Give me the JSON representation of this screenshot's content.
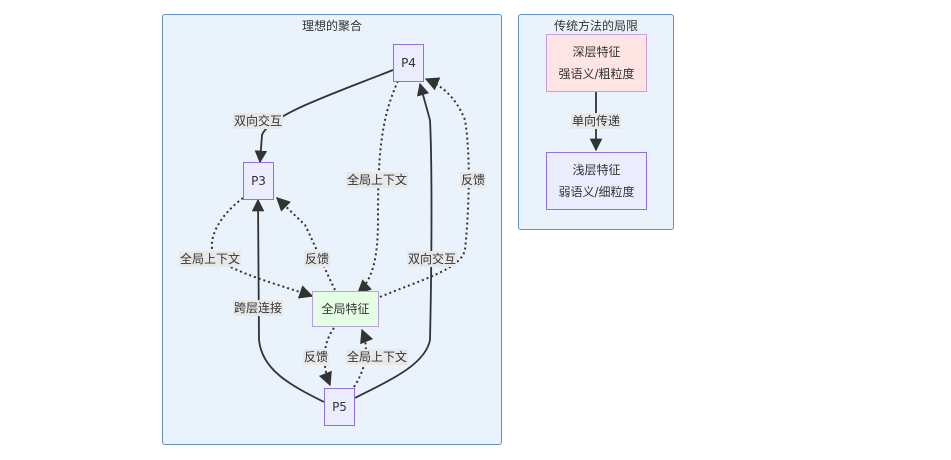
{
  "clusters": {
    "ideal": {
      "title": "理想的聚合"
    },
    "traditional": {
      "title": "传统方法的局限"
    }
  },
  "nodes": {
    "p4": "P4",
    "p3": "P3",
    "global": "全局特征",
    "p5": "P5",
    "deep": {
      "line1": "深层特征",
      "line2": "强语义/粗粒度"
    },
    "shallow": {
      "line1": "浅层特征",
      "line2": "弱语义/细粒度"
    }
  },
  "edges": {
    "p4_p3": "双向交互",
    "p4_global": "全局上下文",
    "global_p4": "反馈",
    "p3_global": "全局上下文",
    "global_p3": "反馈",
    "global_p4_bi": "双向交互",
    "p5_p3": "跨层连接",
    "global_p5": "反馈",
    "p5_global": "全局上下文",
    "deep_shallow": "单向传递"
  },
  "colors": {
    "node_fill": "#ececff",
    "node_border": "#9370db",
    "deep_fill": "#ffe4e4",
    "global_fill": "#e4ffe4",
    "cluster_fill": "#eaf2fb",
    "edge": "#333333"
  }
}
